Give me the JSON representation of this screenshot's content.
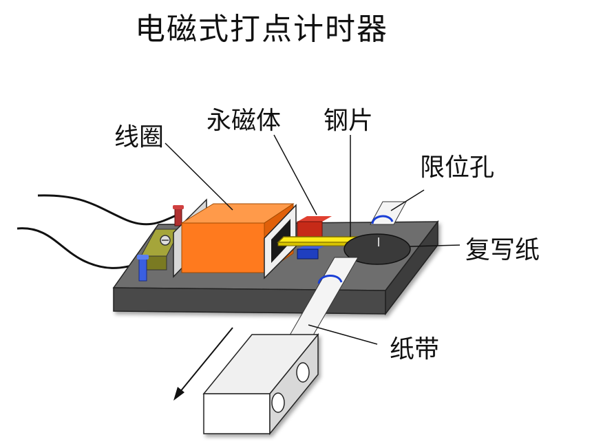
{
  "title": "电磁式打点计时器",
  "labels": {
    "coil": "线圈",
    "magnet": "永磁体",
    "steel_strip": "钢片",
    "limit_hole": "限位孔",
    "carbon_paper": "复写纸",
    "paper_tape": "纸带"
  },
  "colors": {
    "base_top": "#6e6e6e",
    "base_front": "#4a4a4a",
    "coil": "#ff7a1e",
    "magnet": "#d12b17",
    "magnet_lower": "#1f3fbf",
    "steel_strip": "#ffeb1a",
    "terminal_block": "#8b8b2a",
    "carbon_disk": "#3a3a3a",
    "clip": "#1a3fd6"
  }
}
